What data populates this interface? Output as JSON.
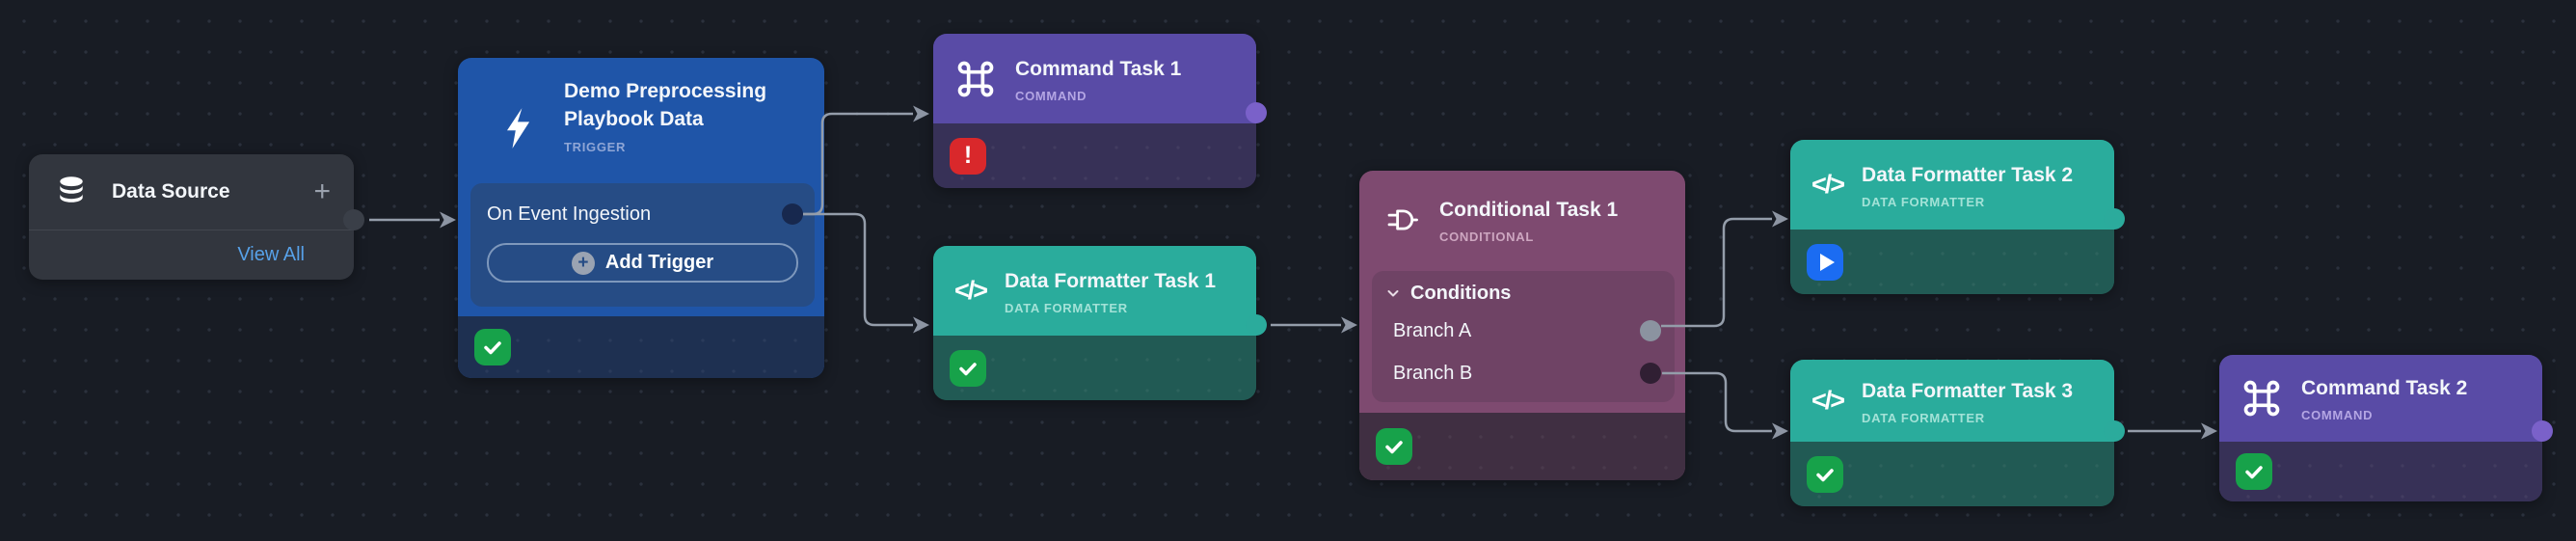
{
  "nodes": {
    "data_source": {
      "title": "Data Source",
      "add_label": "+",
      "view_all_label": "View All"
    },
    "trigger": {
      "title": "Demo Preprocessing Playbook Data",
      "type_label": "TRIGGER",
      "event_label": "On Event Ingestion",
      "add_plus": "+",
      "add_trigger_label": "Add Trigger",
      "status": "success"
    },
    "command_task_1": {
      "title": "Command Task 1",
      "type_label": "COMMAND",
      "status": "error",
      "error_glyph": "!"
    },
    "data_formatter_task_1": {
      "title": "Data Formatter Task 1",
      "type_label": "DATA FORMATTER",
      "code_glyph": "</>",
      "status": "success"
    },
    "conditional_task_1": {
      "title": "Conditional Task 1",
      "type_label": "CONDITIONAL",
      "conditions_label": "Conditions",
      "branches": [
        "Branch A",
        "Branch B"
      ],
      "status": "success"
    },
    "data_formatter_task_2": {
      "title": "Data Formatter Task 2",
      "type_label": "DATA FORMATTER",
      "code_glyph": "</>",
      "status": "running"
    },
    "data_formatter_task_3": {
      "title": "Data Formatter Task 3",
      "type_label": "DATA FORMATTER",
      "code_glyph": "</>",
      "status": "success"
    },
    "command_task_2": {
      "title": "Command Task 2",
      "type_label": "COMMAND",
      "status": "success"
    }
  },
  "colors": {
    "canvas_bg": "#181c24",
    "grid_dot": "#2b313d",
    "node_gray": "#32363e",
    "trigger_blue": "#1f55a8",
    "trigger_panel_blue": "#264c85",
    "trigger_footer_navy": "#1e3051",
    "command_purple": "#594ba6",
    "command_footer": "#373157",
    "formatter_teal": "#2aac9c",
    "formatter_footer": "#215a54",
    "conditional_mauve": "#7e4a70",
    "conditional_panel": "#6f4365",
    "conditional_footer": "#402f42",
    "success_green": "#17a24a",
    "error_red": "#d9282b",
    "running_blue": "#1b6cf2",
    "link_blue": "#57a1e8",
    "connector_gray": "#949daa"
  }
}
